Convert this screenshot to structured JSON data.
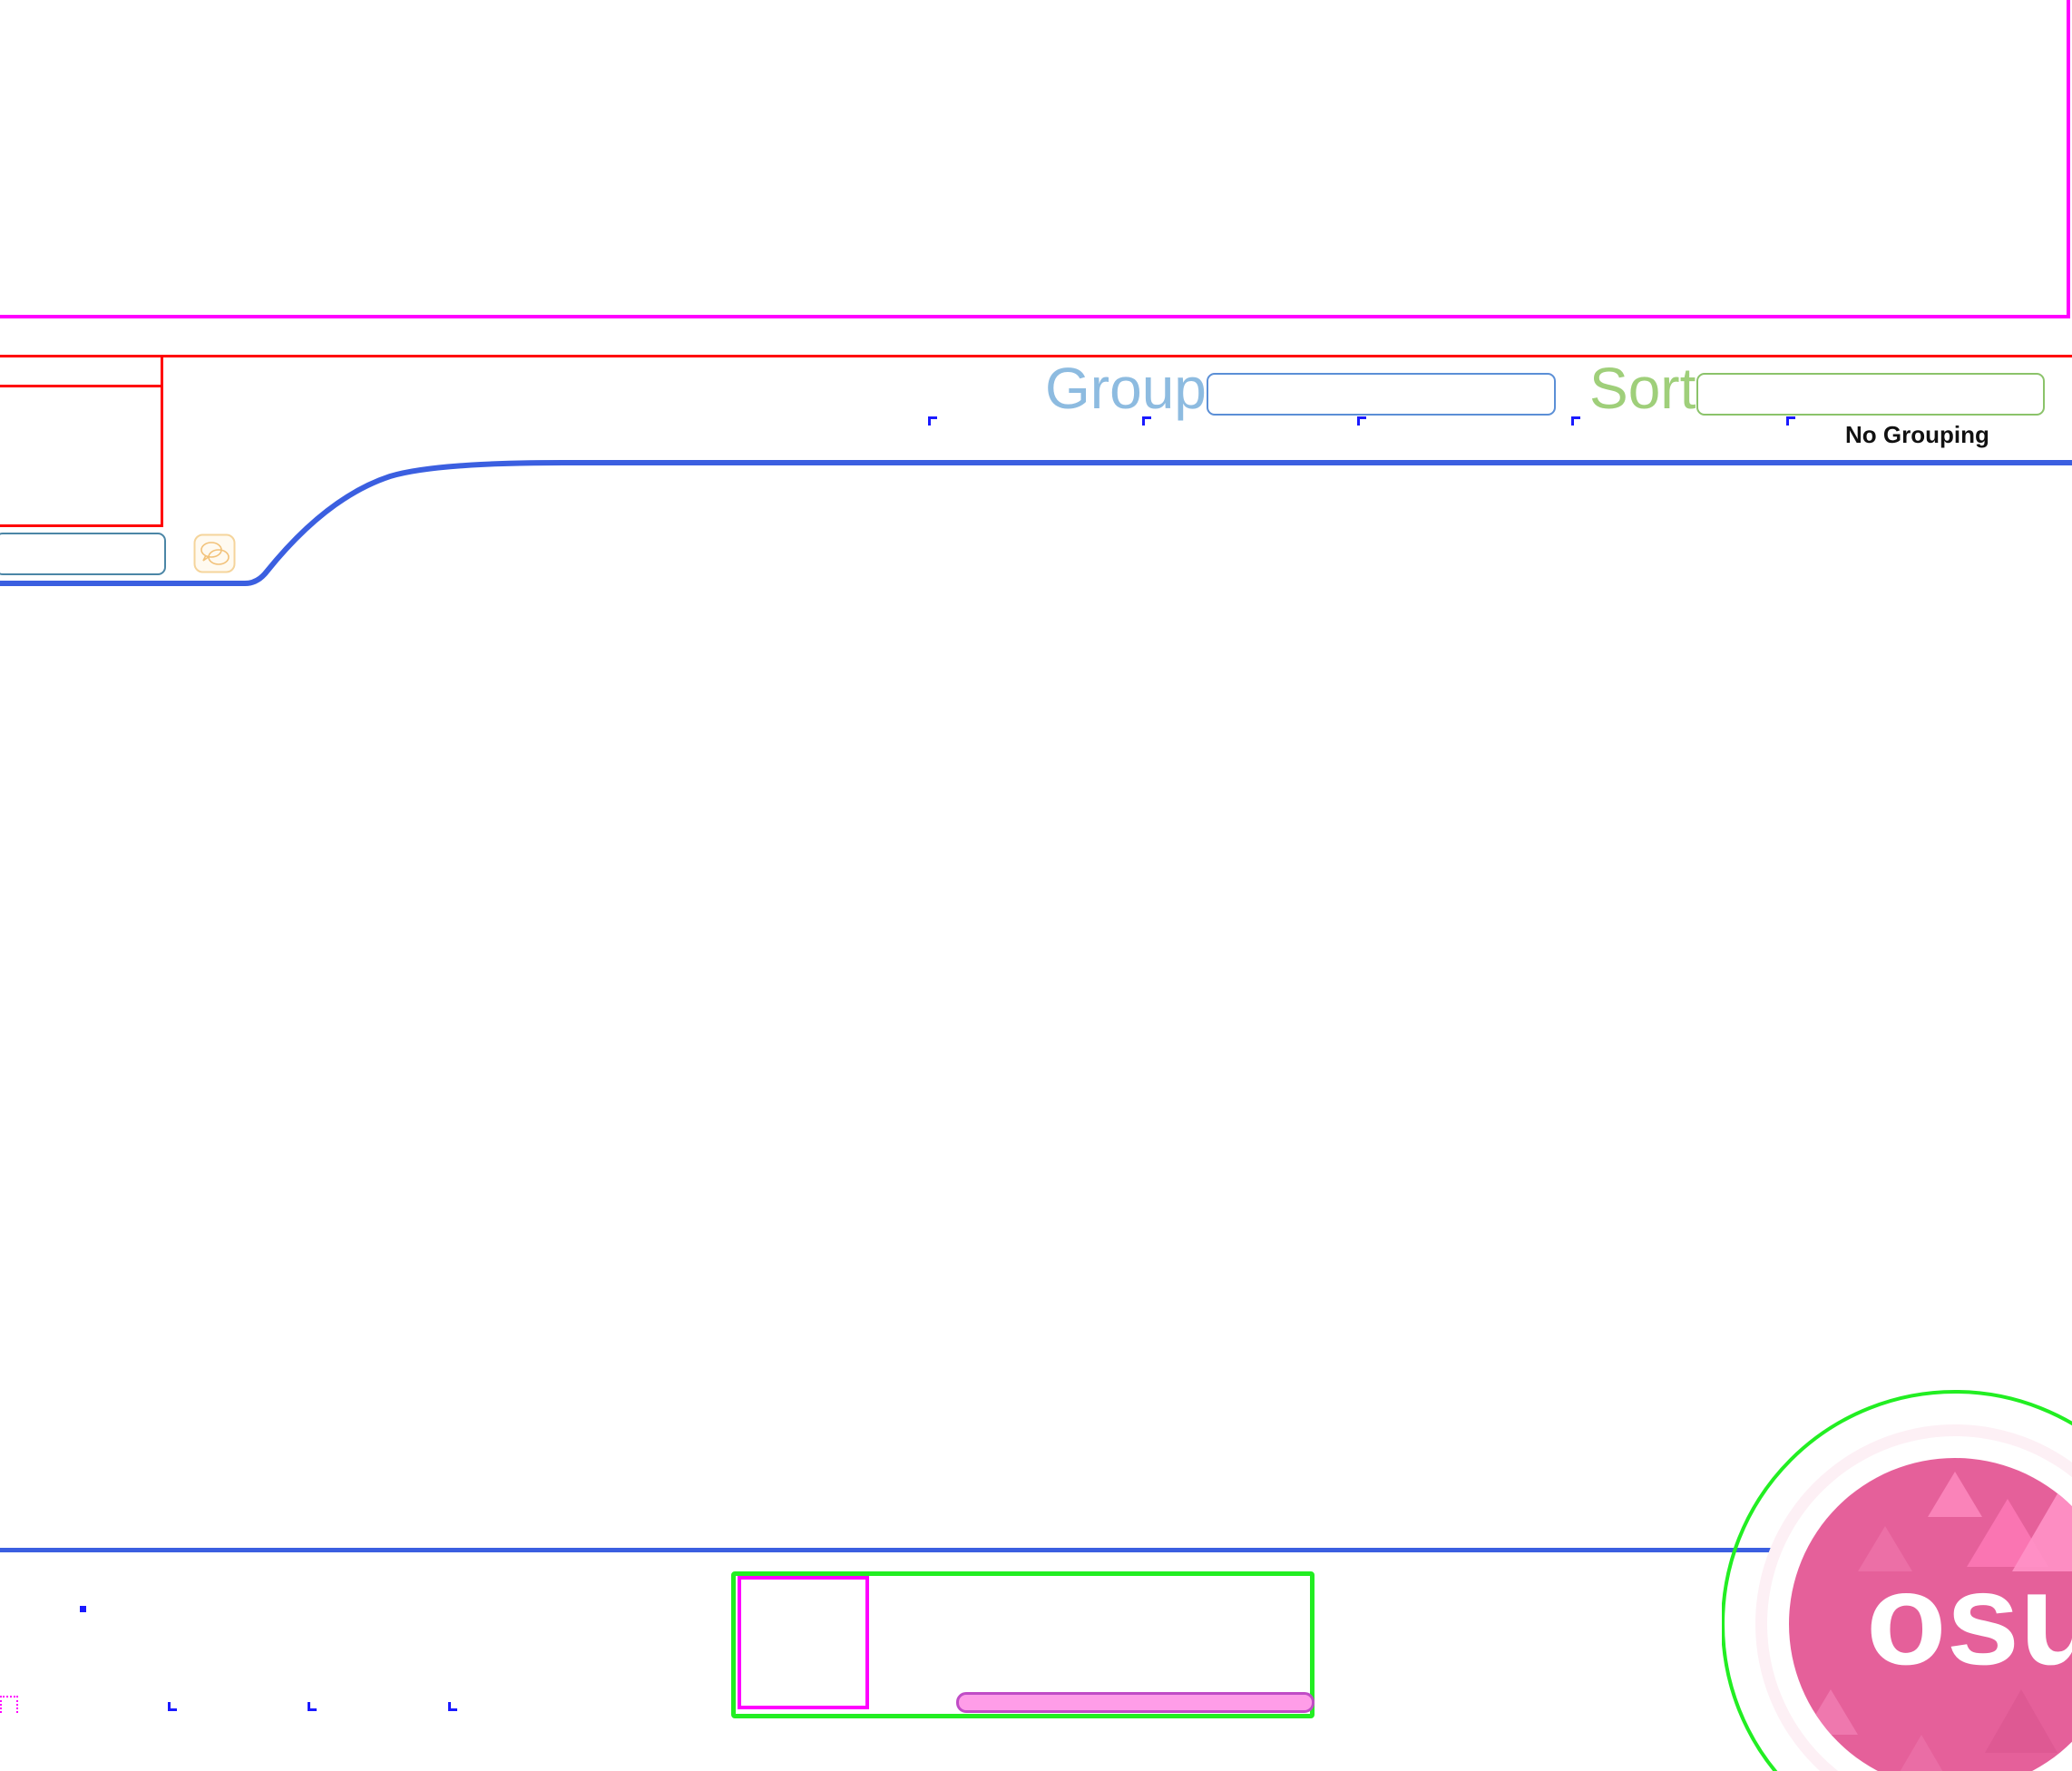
{
  "song_select": {
    "group_label": "Group",
    "sort_label": "Sort",
    "sort_value": "No Grouping",
    "search_placeholder": ""
  },
  "logo": {
    "text": "osu!",
    "color": "#e5609a",
    "accent": "#ff7bb8"
  },
  "icons": {
    "chat": "chat-bubbles-icon"
  },
  "colors": {
    "primary_line": "#3b5fe0",
    "group": "#8dbbe0",
    "sort": "#9fcf7a",
    "debug_magenta": "#ff00ff",
    "debug_red": "#ff0000",
    "debug_green": "#22ee22"
  }
}
